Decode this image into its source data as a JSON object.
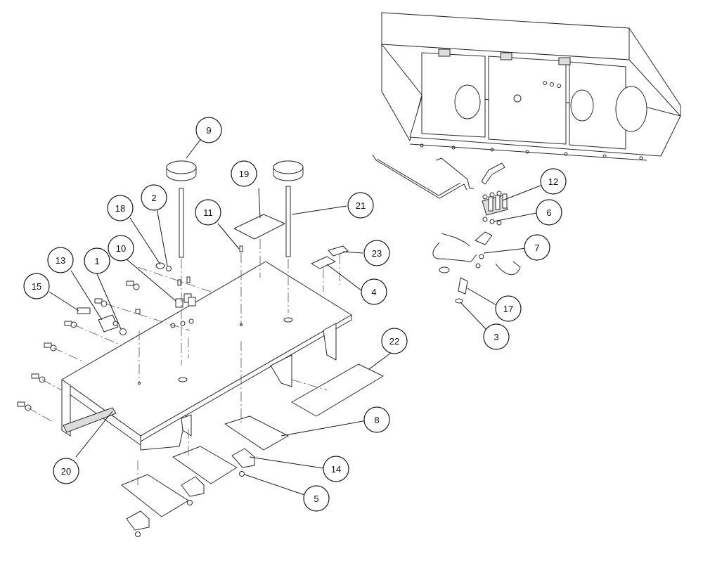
{
  "callouts": [
    {
      "id": "c1",
      "label": "1"
    },
    {
      "id": "c2",
      "label": "2"
    },
    {
      "id": "c3",
      "label": "3"
    },
    {
      "id": "c4",
      "label": "4"
    },
    {
      "id": "c5",
      "label": "5"
    },
    {
      "id": "c6",
      "label": "6"
    },
    {
      "id": "c7",
      "label": "7"
    },
    {
      "id": "c8",
      "label": "8"
    },
    {
      "id": "c9",
      "label": "9"
    },
    {
      "id": "c10",
      "label": "10"
    },
    {
      "id": "c11",
      "label": "11"
    },
    {
      "id": "c12",
      "label": "12"
    },
    {
      "id": "c13",
      "label": "13"
    },
    {
      "id": "c14",
      "label": "14"
    },
    {
      "id": "c15",
      "label": "15"
    },
    {
      "id": "c17",
      "label": "17"
    },
    {
      "id": "c18",
      "label": "18"
    },
    {
      "id": "c19",
      "label": "19"
    },
    {
      "id": "c20",
      "label": "20"
    },
    {
      "id": "c21",
      "label": "21"
    },
    {
      "id": "c22",
      "label": "22"
    },
    {
      "id": "c23",
      "label": "23"
    }
  ],
  "colors": {
    "line": "#2a2a2a",
    "background": "#ffffff"
  }
}
